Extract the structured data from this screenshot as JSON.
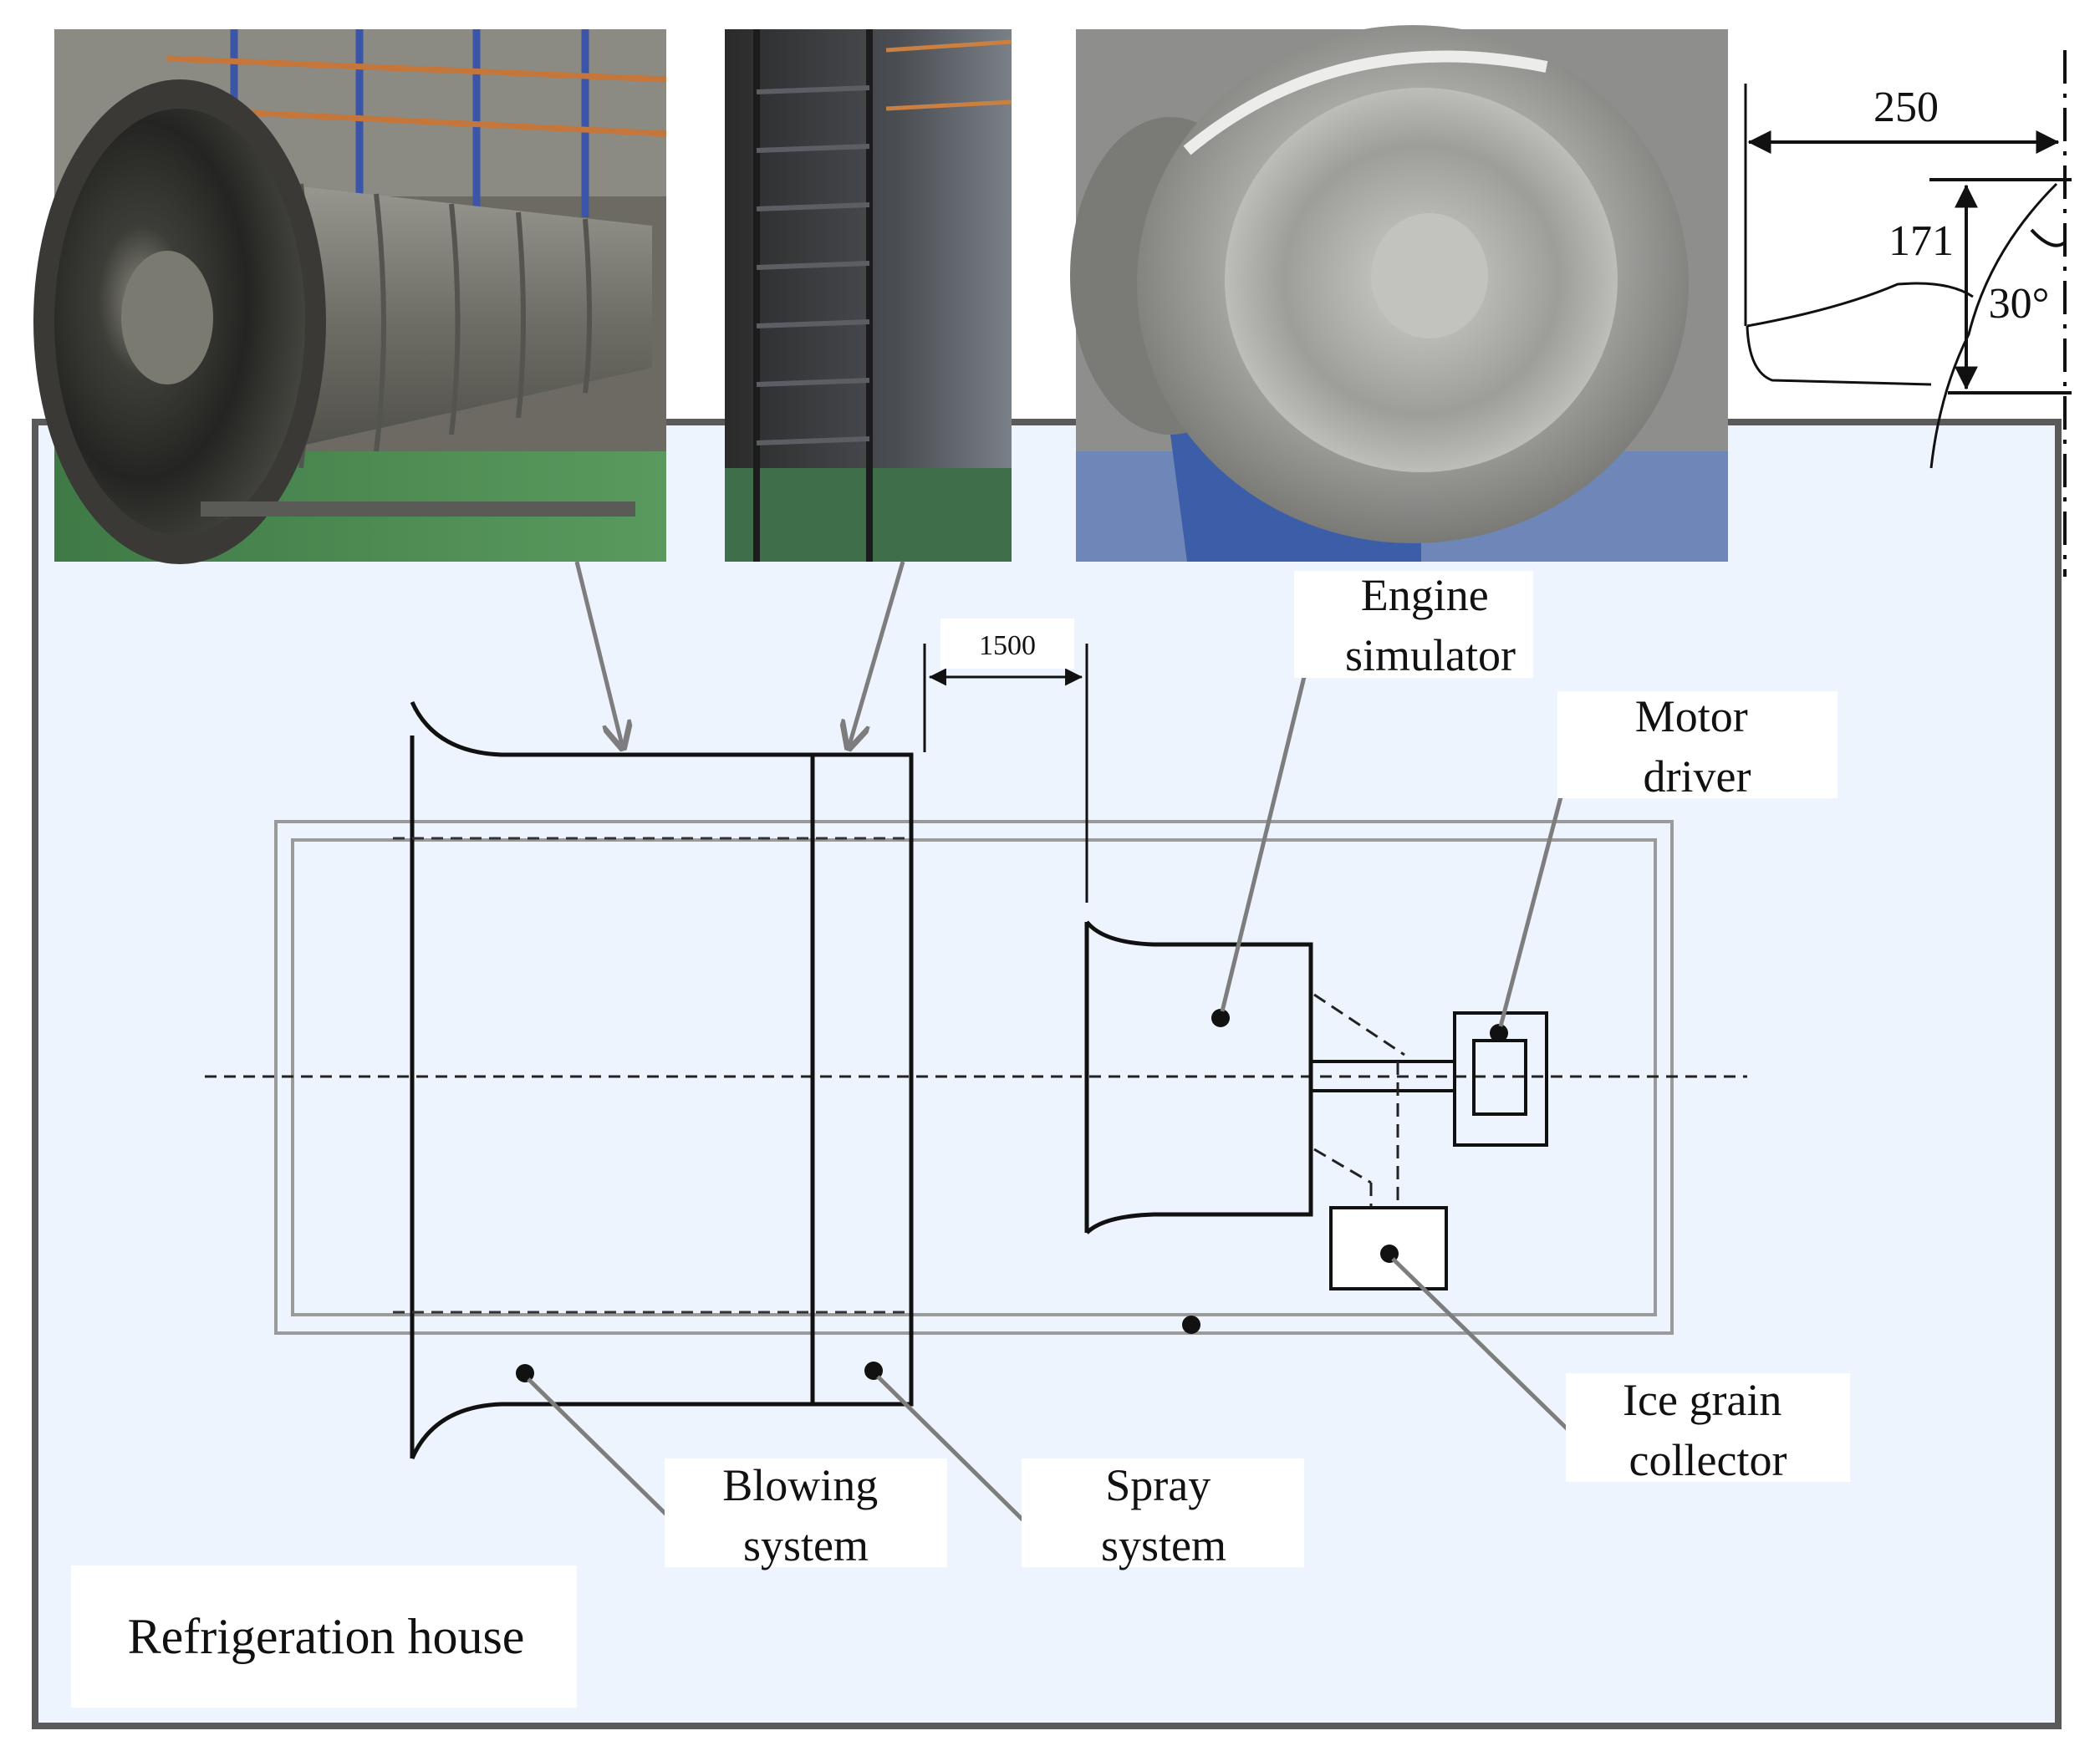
{
  "labels": {
    "engine_simulator": [
      "Engine",
      "simulator"
    ],
    "motor_driver": [
      "Motor",
      "driver"
    ],
    "ice_grain_collector": [
      "Ice grain",
      "collector"
    ],
    "blowing_system": [
      "Blowing",
      "system"
    ],
    "spray_system": [
      "Spray",
      "system"
    ],
    "refrigeration_house": "Refrigeration house"
  },
  "dimensions": {
    "gap_mm": "1500",
    "inlet_radius": "250",
    "inlet_length": "171",
    "lip_angle": "30°"
  },
  "colors": {
    "house_fill": "#eef4fd",
    "house_border": "#5a5a5a",
    "leader": "#7d7d7d",
    "schematic": "#111111",
    "rail": "#9a9a9a"
  },
  "photos": [
    {
      "icon": "fan-tunnel-photo"
    },
    {
      "icon": "spray-rack-photo"
    },
    {
      "icon": "iced-engine-inlet-photo"
    }
  ]
}
